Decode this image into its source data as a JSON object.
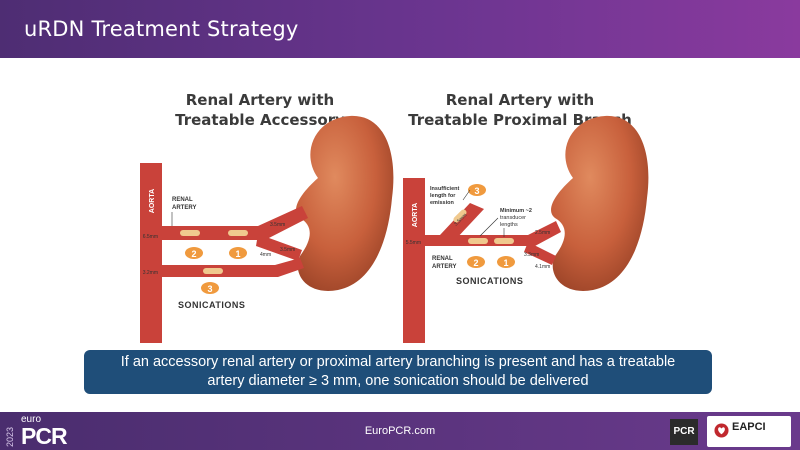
{
  "header": {
    "title": "uRDN Treatment Strategy"
  },
  "panels": [
    {
      "title_lines": [
        "Renal Artery with",
        "Treatable Accessory"
      ],
      "aorta_label": "AORTA",
      "artery_label": [
        "RENAL",
        "ARTERY"
      ],
      "diameters": [
        "6.5mm",
        "3.2mm",
        "4mm",
        "3.5mm",
        "3.5mm"
      ],
      "sonication_numbers": [
        "2",
        "1",
        "3"
      ],
      "sonications_label": "SONICATIONS"
    },
    {
      "title_lines": [
        "Renal Artery with",
        "Treatable Proximal Branch"
      ],
      "aorta_label": "AORTA",
      "artery_label": [
        "RENAL",
        "ARTERY"
      ],
      "insufficient_label": [
        "Insufficient",
        "length for",
        "emission"
      ],
      "minimum_label": [
        "Minimum ~2",
        "transducer",
        "lengths"
      ],
      "diameters": [
        "5.5mm",
        "3.5mm",
        "3.3mm",
        "2.5mm",
        "4.1mm"
      ],
      "sonication_numbers": [
        "3",
        "2",
        "1"
      ],
      "sonications_label": "SONICATIONS"
    }
  ],
  "callout": {
    "lines": [
      "If an accessory renal artery or proximal artery branching is present and has a treatable",
      "artery diameter ≥ 3 mm, one sonication should be delivered"
    ]
  },
  "footer": {
    "year": "2023",
    "logo_small": "euro",
    "logo_big": "PCR",
    "url": "EuroPCR.com",
    "pcr_badge": "PCR",
    "eapci": "EAPCI"
  },
  "colors": {
    "header_purple": "#5a3080",
    "artery_red": "#c9423a",
    "kidney": "#c8603c",
    "balloon": "#f0c98e",
    "badge_orange": "#f09a3e",
    "callout_blue": "#1f4e79"
  }
}
